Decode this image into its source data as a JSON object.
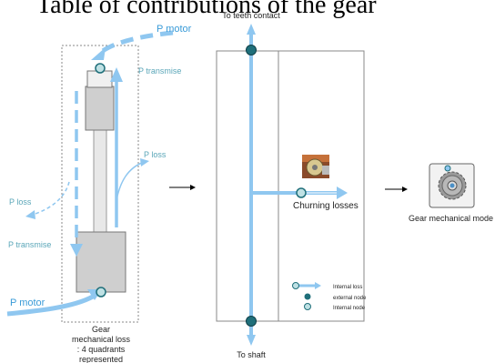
{
  "heading": {
    "text": "Table of contributions of the gear"
  },
  "left_panel": {
    "p_motor_top": "P motor",
    "p_transmise_top": "P transmise",
    "p_loss_right": "P loss",
    "p_loss_left": "P loss",
    "p_transmise_left": "P transmise",
    "p_motor_bottom": "P motor",
    "caption_lines": [
      "Gear",
      "mechanical loss",
      ": 4 quadrants",
      "represented"
    ]
  },
  "center_panel": {
    "top_label": "To teeth contact",
    "bottom_label": "To shaft",
    "churning_label": "Churning losses",
    "legend": [
      {
        "label": "Internal loss"
      },
      {
        "label": "external node"
      },
      {
        "label": "Internal node"
      }
    ]
  },
  "right_panel": {
    "caption": "Gear mechanical mode"
  },
  "colors": {
    "light_blue": "#8fc7f0",
    "teal_text": "#5aa6b8",
    "motor_text": "#3a9bd8",
    "node_dark": "#1f6f7a",
    "node_light": "#bfe1e4",
    "block_gray": "#cfcfcf"
  }
}
